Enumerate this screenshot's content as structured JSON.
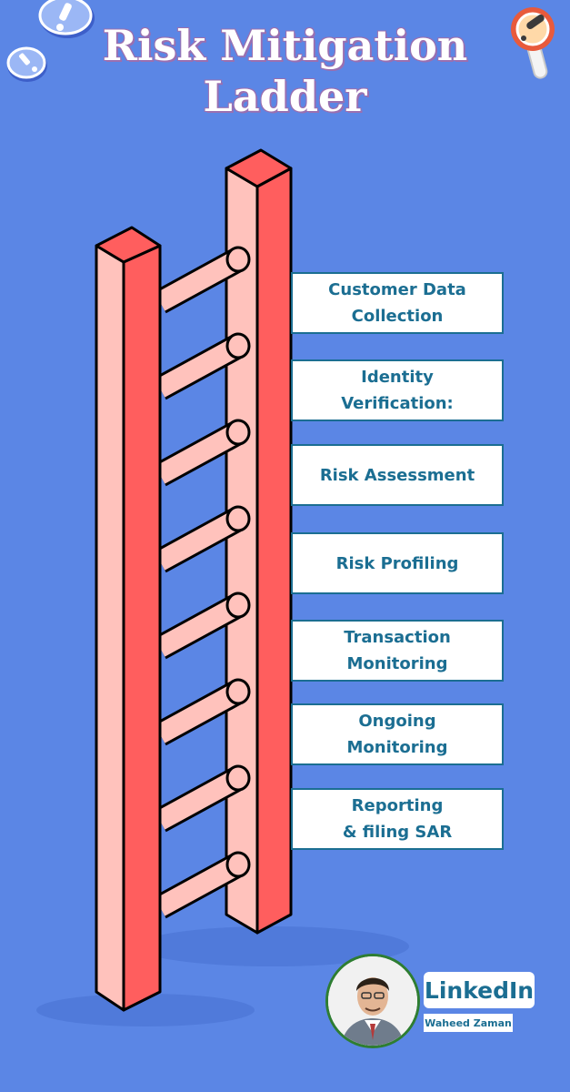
{
  "title": {
    "line1": "Risk Mitigation",
    "line2": "Ladder"
  },
  "steps": [
    "Customer Data\nCollection",
    "Identity\nVerification:",
    "Risk Assessment",
    "Risk Profiling",
    "Transaction\nMonitoring",
    "Ongoing\nMonitoring",
    "Reporting\n& filing SAR"
  ],
  "profile": {
    "network": "LinkedIn",
    "name": "Waheed Zaman"
  },
  "icons": [
    "exclamation-icon",
    "magnifier-icon",
    "avatar"
  ],
  "colors": {
    "background": "#5B86E5",
    "rail_front": "#FFC2BC",
    "rail_side": "#FF5E5E",
    "rung": "#FFC2BC",
    "box_border": "#1B6E92",
    "text": "#1B6E92"
  }
}
